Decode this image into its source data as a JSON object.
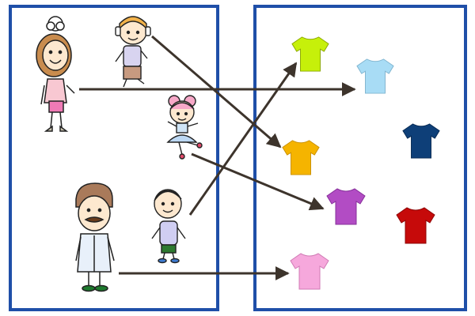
{
  "colors": {
    "panel_border": "#1f4fa8",
    "arrow": "#3d342c",
    "shirt_lime": "#c6f00a",
    "shirt_sky": "#a8dcf5",
    "shirt_navy": "#0e3f78",
    "shirt_amber": "#f5b400",
    "shirt_purple": "#b24cc4",
    "shirt_red": "#c60a0a",
    "shirt_pink": "#f6a8dc"
  },
  "people": [
    {
      "id": "mother",
      "icon": "woman-with-curly-bun-icon"
    },
    {
      "id": "boy-headphones",
      "icon": "boy-with-headphones-icon"
    },
    {
      "id": "girl-tutu",
      "icon": "girl-in-tutu-icon"
    },
    {
      "id": "father",
      "icon": "man-with-mustache-icon"
    },
    {
      "id": "small-boy",
      "icon": "small-boy-icon"
    }
  ],
  "shirts": [
    {
      "id": "lime",
      "icon": "tshirt-icon"
    },
    {
      "id": "sky",
      "icon": "tshirt-icon"
    },
    {
      "id": "navy",
      "icon": "tshirt-icon"
    },
    {
      "id": "amber",
      "icon": "tshirt-icon"
    },
    {
      "id": "purple",
      "icon": "tshirt-icon"
    },
    {
      "id": "red",
      "icon": "tshirt-icon"
    },
    {
      "id": "pink",
      "icon": "tshirt-icon"
    }
  ],
  "connections": [
    {
      "from": "mother",
      "to": "sky"
    },
    {
      "from": "boy-headphones",
      "to": "amber"
    },
    {
      "from": "girl-tutu",
      "to": "purple"
    },
    {
      "from": "small-boy",
      "to": "lime"
    },
    {
      "from": "father",
      "to": "pink"
    }
  ]
}
